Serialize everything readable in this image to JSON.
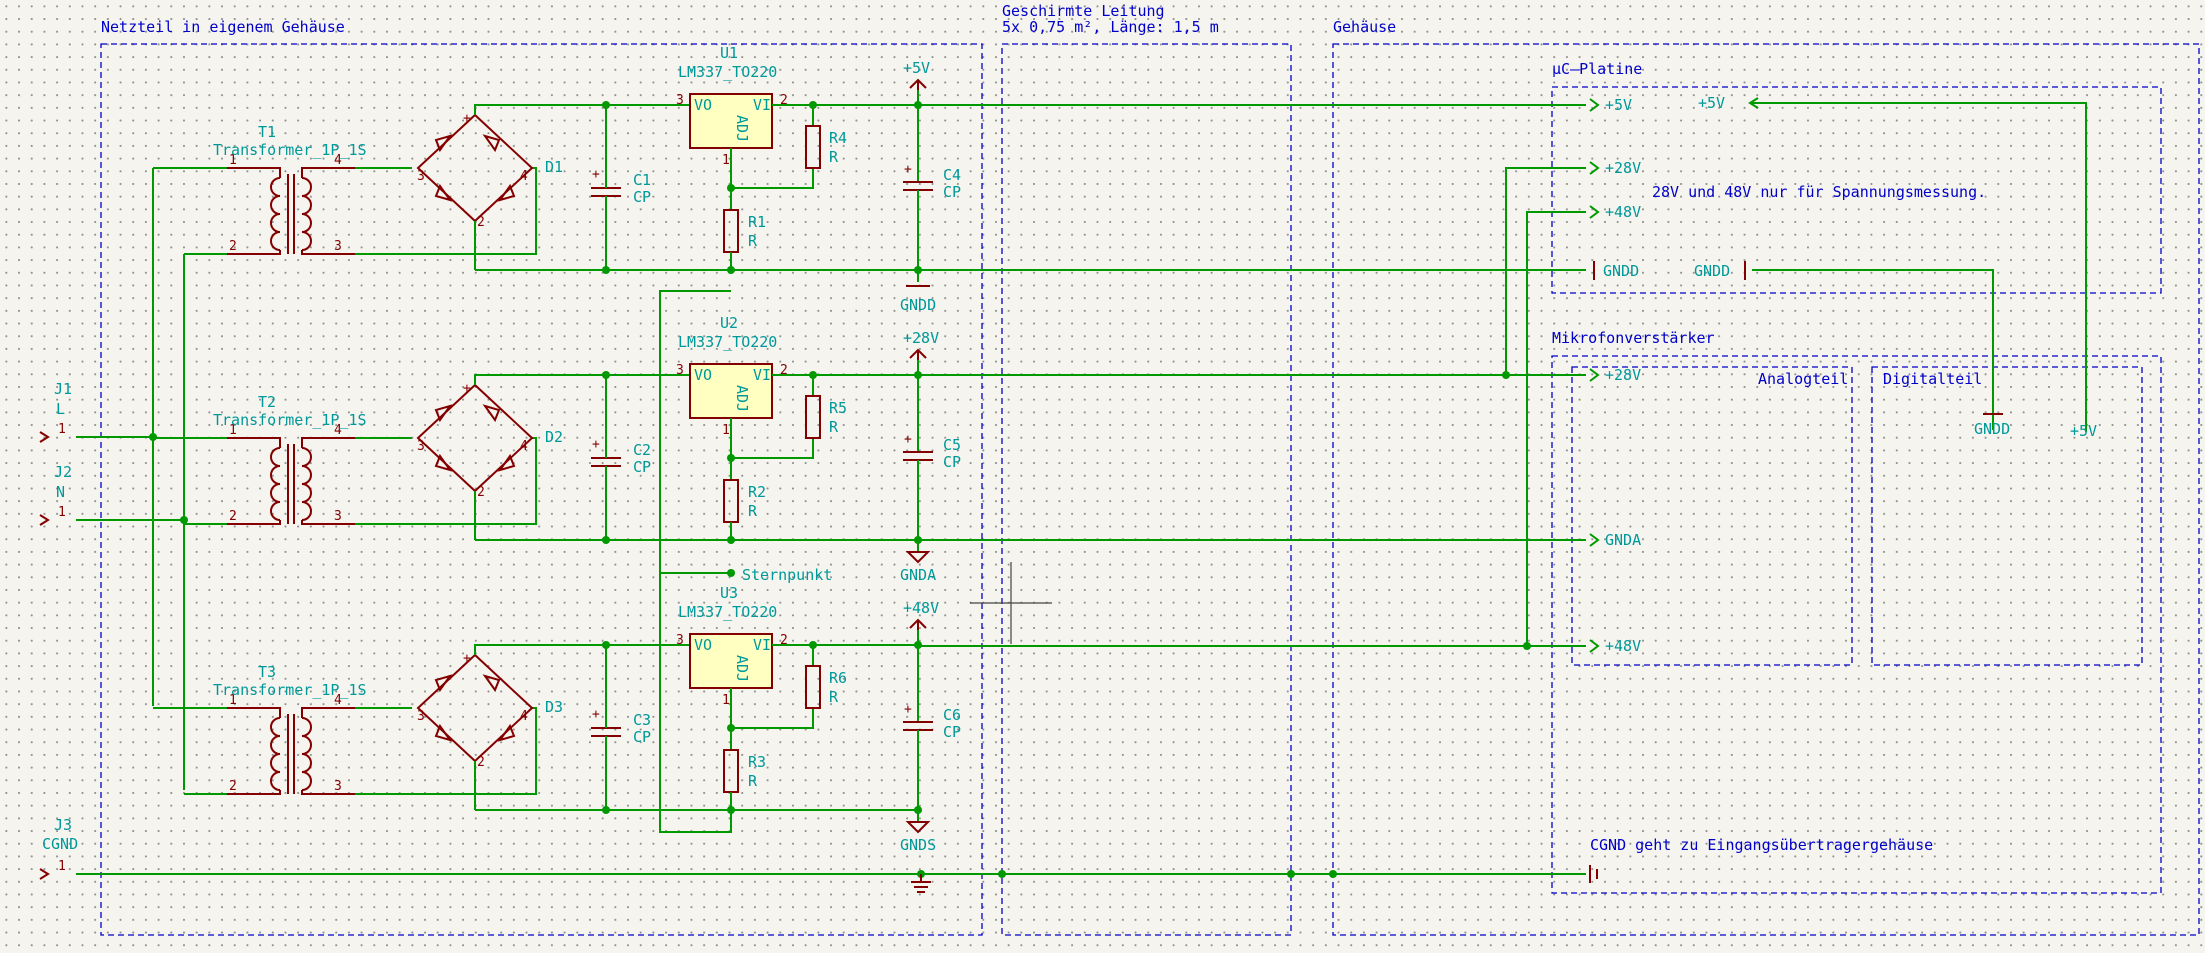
{
  "sheets": {
    "psu": "Netzteil in eigenem Gehäuse",
    "cable_title": "Geschirmte Leitung",
    "cable_spec": "5x 0,75 m², Länge: 1,5 m",
    "housing": "Gehäuse",
    "uc": "µC–Platine",
    "mic": "Mikrofonverstärker",
    "analog": "Analogteil",
    "digital": "Digitalteil"
  },
  "connectors": [
    {
      "ref": "J1",
      "value": "L",
      "pin": "1"
    },
    {
      "ref": "J2",
      "value": "N",
      "pin": "1"
    },
    {
      "ref": "J3",
      "value": "CGND",
      "pin": "1"
    }
  ],
  "transformers": [
    {
      "ref": "T1",
      "value": "Transformer_1P_1S"
    },
    {
      "ref": "T2",
      "value": "Transformer_1P_1S"
    },
    {
      "ref": "T3",
      "value": "Transformer_1P_1S"
    }
  ],
  "bridges": [
    "D1",
    "D2",
    "D3"
  ],
  "regulators": [
    {
      "ref": "U1",
      "value": "LM337_TO220",
      "vo": "VO",
      "vi": "VI",
      "adj": "ADJ"
    },
    {
      "ref": "U2",
      "value": "LM337_TO220",
      "vo": "VO",
      "vi": "VI",
      "adj": "ADJ"
    },
    {
      "ref": "U3",
      "value": "LM337_TO220",
      "vo": "VO",
      "vi": "VI",
      "adj": "ADJ"
    }
  ],
  "caps_in": [
    {
      "ref": "C1",
      "value": "CP"
    },
    {
      "ref": "C2",
      "value": "CP"
    },
    {
      "ref": "C3",
      "value": "CP"
    }
  ],
  "caps_out": [
    {
      "ref": "C4",
      "value": "CP"
    },
    {
      "ref": "C5",
      "value": "CP"
    },
    {
      "ref": "C6",
      "value": "CP"
    }
  ],
  "res_fb": [
    {
      "ref": "R4",
      "value": "R"
    },
    {
      "ref": "R5",
      "value": "R"
    },
    {
      "ref": "R6",
      "value": "R"
    }
  ],
  "res_adj": [
    {
      "ref": "R1",
      "value": "R"
    },
    {
      "ref": "R2",
      "value": "R"
    },
    {
      "ref": "R3",
      "value": "R"
    }
  ],
  "power": {
    "p5": "+5V",
    "p28": "+28V",
    "p48": "+48V",
    "gndd": "GNDD",
    "gnda": "GNDA",
    "gnds": "GNDS"
  },
  "labels": {
    "sternpunkt": "Sternpunkt",
    "note_voltage": "28V und 48V nur für Spannungsmessung.",
    "note_cgnd": "CGND geht zu Eingangsübertragergehäuse"
  },
  "pins": {
    "one": "1",
    "two": "2",
    "three": "3",
    "four": "4",
    "plus": "+",
    "minus": "–",
    "tilde": "~"
  },
  "colors": {
    "wire": "#009900",
    "part": "#840000",
    "fill": "#ffffc2",
    "sheet": "#0000c8",
    "label": "#009999"
  }
}
